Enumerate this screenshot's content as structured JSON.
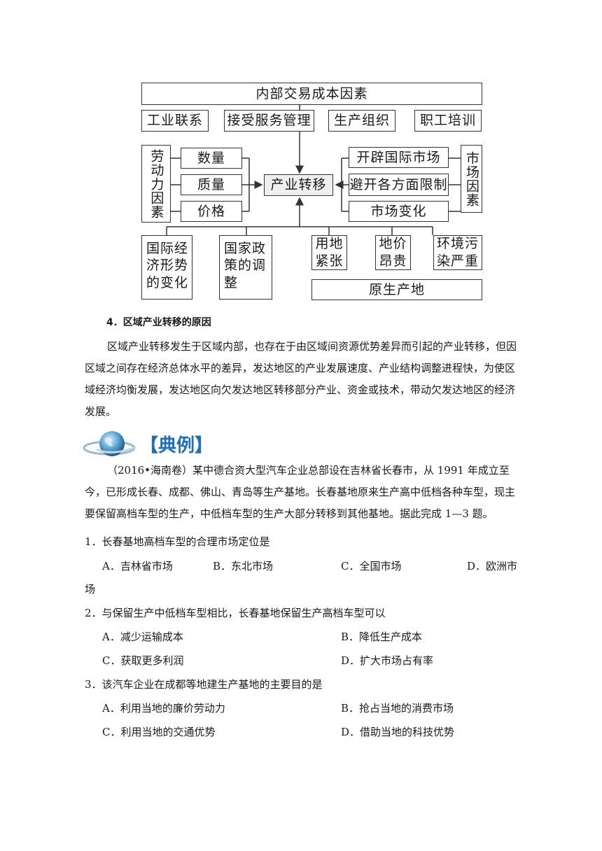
{
  "diagram": {
    "top_box": "内部交易成本因素",
    "internal_factors": [
      "工业联系",
      "接受服务管理",
      "生产组织",
      "职工培训"
    ],
    "labor_group_label": "劳动力因素",
    "labor_items": [
      "数量",
      "质量",
      "价格"
    ],
    "center": "产业转移",
    "market_items": [
      "开辟国际市场",
      "避开各方面限制",
      "市场变化"
    ],
    "market_group_label": "市场因素",
    "bottom_left": [
      "国际经\n济形势\n的变化",
      "国家政\n策的调\n整"
    ],
    "bottom_right": [
      "用地\n紧张",
      "地价\n昂贵",
      "环境污\n染严重"
    ],
    "origin_box": "原生产地"
  },
  "section4": {
    "title": "4．区域产业转移的原因",
    "body": "区域产业转移发生于区域内部，也存在于由区域间资源优势差异而引起的产业转移，但因区域之间存在经济总体水平的差异，发达地区的产业发展速度、产业结构调整进程快，为使区域经济均衡发展，发达地区向欠发达地区转移部分产业、资金或技术，带动欠发达地区的经济发展。"
  },
  "example": {
    "banner": "【典例】",
    "intro": "（2016•海南卷）某中德合资大型汽车企业总部设在吉林省长春市，从 1991 年成立至今，已形成长春、成都、佛山、青岛等生产基地。长春基地原来生产高中低档各种车型，现主要保留高档车型的生产，中低档车型的生产大部分转移到其他基地。据此完成 1—3 题。",
    "questions": [
      {
        "stem": "1．长春基地高档车型的合理市场定位是",
        "options": [
          "A．吉林省市场",
          "B．东北市场",
          "C．全国市场",
          "D．欧洲市"
        ],
        "wrap": "场"
      },
      {
        "stem": "2．与保留生产中低档车型相比，长春基地保留生产高档车型可以",
        "options": [
          "A．减少运输成本",
          "B．降低生产成本",
          "C．获取更多利润",
          "D．扩大市场占有率"
        ]
      },
      {
        "stem": "3．该汽车企业在成都等地建生产基地的主要目的是",
        "options": [
          "A．利用当地的廉价劳动力",
          "B．抢占当地的消费市场",
          "C．利用当地的交通优势",
          "D．借助当地的科技优势"
        ]
      }
    ]
  }
}
